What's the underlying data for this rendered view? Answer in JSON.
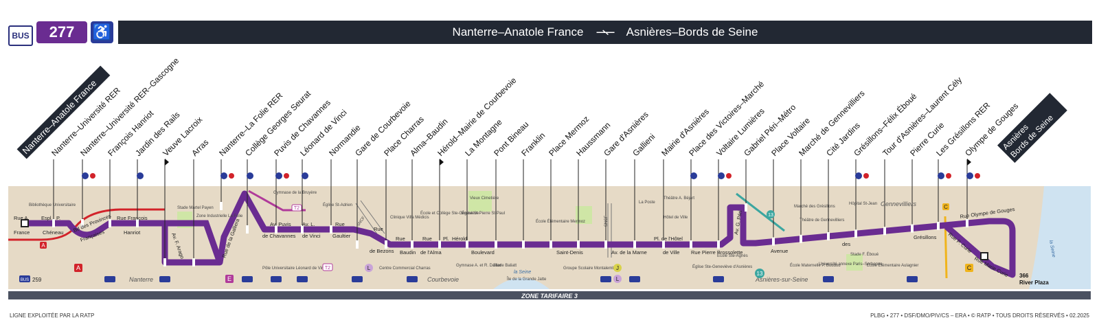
{
  "header": {
    "mode": "BUS",
    "line": "277",
    "accessibility_icon": "wheelchair-icon",
    "terminus_a": "Nanterre–Anatole France",
    "terminus_b": "Asnières–Bords de Seine"
  },
  "terminus_labels": {
    "start": "Nanterre–Anatole France",
    "end_line1": "Asnières",
    "end_line2": "Bords de Seine"
  },
  "stops": [
    "Nanterre–Université RER",
    "Nanterre–Université RER–Gascogne",
    "François Hanriot",
    "Jardin des Rails",
    "Veuve Lacroix",
    "Arras",
    "Nanterre–La Folie RER",
    "Collège Georges Seurat",
    "Puvis de Chavannes",
    "Léonard de Vinci",
    "Normandie",
    "Gare de Courbevoie",
    "Place Charras",
    "Alma–Baudin",
    "Hérold–Mairie de Courbevoie",
    "La Montagne",
    "Pont Bineau",
    "Franklin",
    "Place Mermoz",
    "Haussmann",
    "Gare d'Asnières",
    "Gallieni",
    "Mairie d'Asnières",
    "Place des Victoires–Marché",
    "Voltaire Lumières",
    "Gabriel Péri–Métro",
    "Place Voltaire",
    "Marché de Gennevilliers",
    "Cité Jardins",
    "Grésillons–Félix Éboué",
    "Tour d'Asnières–Laurent Cély",
    "Pierre Curie",
    "Les Grésillons RER",
    "Olympe de Gouges"
  ],
  "streets": {
    "rue_a_france_1": "Rue A.",
    "rue_a_france_2": "France",
    "espl": "Espl.",
    "p": "P.",
    "cheneau": "Chéneau",
    "bd_provinces": "Bd des Provinces",
    "francaises": "Françaises",
    "rue_francois": "Rue François",
    "hanriot": "Hanriot",
    "av_f_arago": "Av. F. Arago",
    "rue_galliera": "Rue de la Galliera",
    "av_puvis": "Av. Puvis",
    "de_chavannes": "de Chavannes",
    "av_l": "Av. L.",
    "de_vinci": "de Vinci",
    "rue": "Rue",
    "gaultier": "Gaultier",
    "rue_bezons_1": "Rue",
    "rue_bezons_2": "de Bezons",
    "baudin": "Baudin",
    "rue_alma": "de l'Alma",
    "pl": "Pl.",
    "herold": "Hérold",
    "boulevard": "Boulevard",
    "saint_denis": "Saint-Denis",
    "av_marne": "Av. de la Marne",
    "pl_hotel": "Pl. de l'Hôtel",
    "de_ville": "de Ville",
    "rue_brossolette": "Rue Pierre Brossolette",
    "av_g_peri": "Av. G. Péri",
    "avenue": "Avenue",
    "des": "des",
    "gresillons": "Grésillons",
    "rue_olympe": "Rue Olympe de Gouges",
    "rue_p_curie": "Rue P. Curie",
    "rue_marie_curie": "Rue Marie Curie"
  },
  "pois": {
    "bibliotheque": "Bibliothèque Universitaire",
    "gymnase_bruyere": "Gymnase de la Bruyère",
    "stade_martel": "Stade Martel Payen",
    "zone_industrielle": "Zone Industrielle La Folie",
    "eglise_st_adrien": "Église St-Adrien",
    "pole_universitaire": "Pôle Universitaire Léonard de Vinci",
    "clinique": "Clinique Villa Médicis",
    "centre_commercial": "Centre Commercial Charras",
    "ecole_ste_genevieve": "École et Collège Ste-Geneviève",
    "eglise_st_pierre": "Église St-Pierre St-Paul",
    "vieux_cimetiere": "Vieux Cimetière",
    "gymnase_dallier": "Gymnase A. et R. Dallier",
    "stade_baliatt": "Stade Baliatt",
    "ecole_mermoz": "École Élémentaire Mermoz",
    "ile_jatte": "Île de la Grande Jatte",
    "groupe_scolaire": "Groupe Scolaire Montalembert",
    "la_poste": "La Poste",
    "theatre_bejart": "Théâtre A. Béjart",
    "hotel_ville": "Hôtel de Ville",
    "eglise_ste_genevieve_asn": "Église Ste-Geneviève d'Asnières",
    "ecole_ste_agnes": "École Ste-Agnès",
    "marche_gresillons": "Marché des Grésillons",
    "ecole_boudou": "École Maternelle P. Boudou",
    "theatre_gennevilliers": "Théâtre de Gennevilliers",
    "universite_sorbonne": "Université annexe Paris–Sorbonne",
    "hopital": "Hôpital St-Jean",
    "stade_eboue": "Stade F. Éboué",
    "ecole_aulagnier": "École Élémentaire Aulagnier",
    "river_plaza_1": "366",
    "river_plaza_2": "River Plaza"
  },
  "areas": {
    "nanterre": "Nanterre",
    "courbevoie": "Courbevoie",
    "asnieres": "Asnières-sur-Seine",
    "gennevilliers": "Gennevilliers",
    "la_seine": "la Seine",
    "la_seine_2": "la Seine"
  },
  "connections": {
    "bus_259": "259",
    "rer_a": "A",
    "rer_e": "E",
    "tram_t2": "T2",
    "metro_13": "13",
    "rer_c": "C",
    "line_l": "L",
    "line_j": "J",
    "sncf": "SNCF",
    "bus_label": "BUS",
    "rer_label": "RER"
  },
  "footer": {
    "zone": "ZONE TARIFAIRE 3",
    "operator": "LIGNE EXPLOITÉE PAR LA RATP",
    "reference": "PLBG • 277 • DSF/DMO/PIV/CS – ERA • © RATP • TOUS DROITS RÉSERVÉS • 02.2025"
  },
  "colors": {
    "line": "#6a2c91",
    "band": "#222833",
    "map_bg": "#e6dac6",
    "rer_red": "#d2232a",
    "metro_teal": "#3ba6a0",
    "rer_yellow": "#f0b41c",
    "water": "#cfe3f1",
    "green": "#cfe6a6",
    "accessibility": "#2a3c99"
  }
}
